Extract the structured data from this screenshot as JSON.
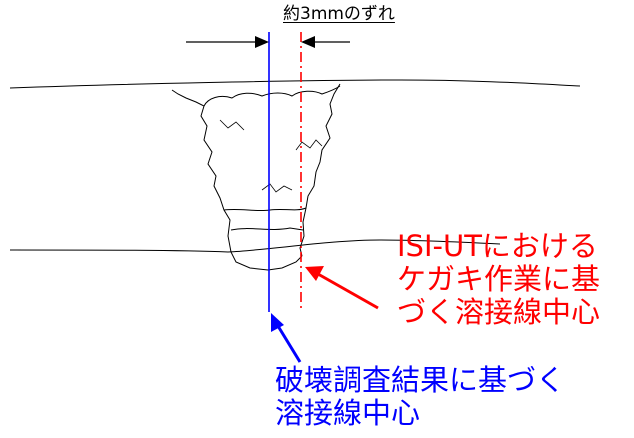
{
  "offset_annotation": {
    "text": "約3mmのずれ"
  },
  "red_label": {
    "lines": [
      "ISI-UTにおける",
      "ケガキ作業に基",
      "づく溶接線中心"
    ],
    "color": "#ff0000"
  },
  "blue_label": {
    "lines": [
      "破壊調査結果に基づく",
      "溶接線中心"
    ],
    "color": "#0000ff"
  },
  "line_colors": {
    "outline": "#000000",
    "blue_center": "#0000ff",
    "red_center": "#ff0000"
  }
}
